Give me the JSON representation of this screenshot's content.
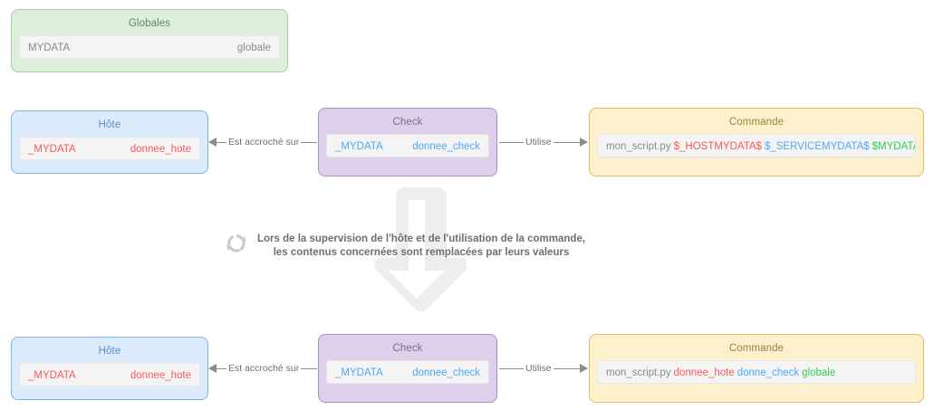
{
  "diagram": {
    "globals_card": {
      "title": "Globales",
      "row": {
        "key": "MYDATA",
        "value": "globale"
      }
    },
    "top_row": {
      "host_card": {
        "title": "Hôte",
        "row": {
          "key": "_MYDATA",
          "value": "donnee_hote"
        }
      },
      "check_card": {
        "title": "Check",
        "row": {
          "key": "_MYDATA",
          "value": "donnee_check"
        }
      },
      "command_card": {
        "title": "Commande",
        "command": {
          "script": "mon_script.py",
          "host_macro": "$_HOSTMYDATA$",
          "service_macro": "$_SERVICEMYDATA$",
          "global_macro": "$MYDATA$"
        }
      },
      "connector_host_check": "Est accroché sur",
      "connector_check_command": "Utilise"
    },
    "bottom_row": {
      "host_card": {
        "title": "Hôte",
        "row": {
          "key": "_MYDATA",
          "value": "donnee_hote"
        }
      },
      "check_card": {
        "title": "Check",
        "row": {
          "key": "_MYDATA",
          "value": "donnee_check"
        }
      },
      "command_card": {
        "title": "Commande",
        "command": {
          "script": "mon_script.py",
          "host_macro": "donnee_hote",
          "service_macro": "donne_check",
          "global_macro": "globale"
        }
      },
      "connector_host_check": "Est accroché sur",
      "connector_check_command": "Utilise"
    },
    "note": {
      "icon": "refresh-cycle-icon",
      "line1": "Lors de la supervision de l'hôte et de l'utilisation de la commande,",
      "line2": "les contenus concernées sont remplacées par leurs valeurs"
    },
    "colors": {
      "green_border": "#a8cfa0",
      "green_fill": "#ddeedd",
      "blue_border": "#7fb2e5",
      "blue_fill": "#dcebfb",
      "purple_border": "#a98fc4",
      "purple_fill": "#ded0ea",
      "amber_border": "#e3bd5e",
      "amber_fill": "#fdf0cd",
      "macro_host": "#fb5a5a",
      "macro_service": "#4fa8f5",
      "macro_global": "#33cc55",
      "connector": "#8c8c8c",
      "big_arrow": "#eeeeee"
    }
  }
}
